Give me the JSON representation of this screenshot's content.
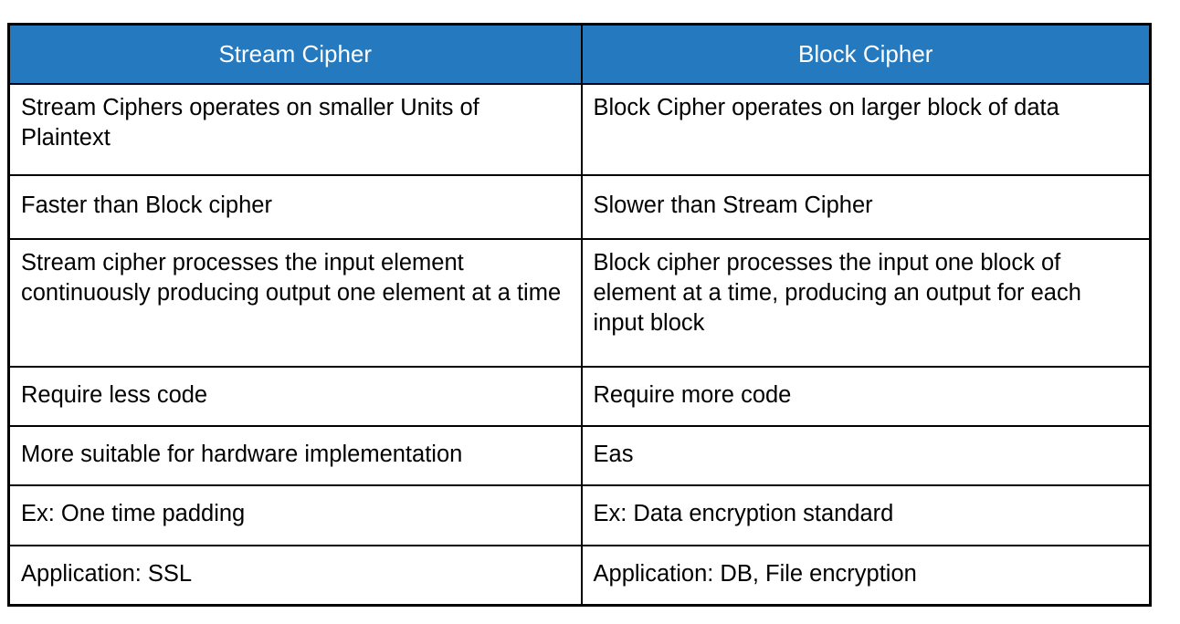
{
  "table": {
    "title_row": {
      "columns": [
        {
          "label": "Stream Cipher"
        },
        {
          "label": "Block Cipher"
        }
      ]
    },
    "header_background_color": "#2579be",
    "header_text_color": "#ffffff",
    "border_color": "#000000",
    "body_background_color": "#ffffff",
    "body_text_color": "#000000",
    "rows": [
      {
        "left": "Stream Ciphers operates on smaller Units of Plaintext",
        "right": "Block Cipher operates on larger block of data"
      },
      {
        "left": "Faster than Block cipher",
        "right": "Slower than Stream Cipher"
      },
      {
        "left": "Stream cipher processes the input element continuously producing output one element at a time",
        "right": "Block cipher processes the input one block of element at a time, producing an output for each input block"
      },
      {
        "left": "Require less code",
        "right": "Require more code"
      },
      {
        "left": "More suitable for hardware implementation",
        "right": "Eas"
      },
      {
        "left": "Ex: One time padding",
        "right": "Ex: Data encryption standard"
      },
      {
        "left": "Application: SSL",
        "right": "Application: DB, File encryption"
      }
    ]
  }
}
